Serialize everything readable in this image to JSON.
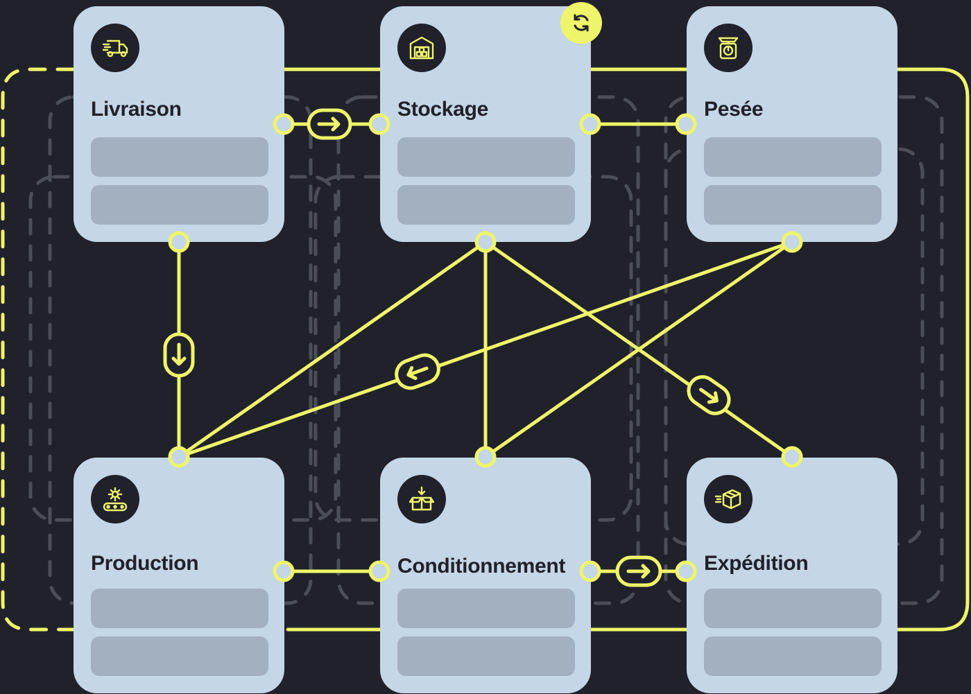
{
  "diagram": {
    "accent_color": "#eef56a",
    "background_color": "#21212b",
    "card_color": "#c5d6e6",
    "placeholder_color": "#a3b0c0",
    "nodes": [
      {
        "id": "livraison",
        "label": "Livraison",
        "icon": "delivery-truck-icon"
      },
      {
        "id": "stockage",
        "label": "Stockage",
        "icon": "warehouse-icon"
      },
      {
        "id": "pesee",
        "label": "Pesée",
        "icon": "weighing-scale-icon"
      },
      {
        "id": "production",
        "label": "Production",
        "icon": "conveyor-gear-icon"
      },
      {
        "id": "conditionnement",
        "label": "Conditionnement",
        "icon": "packaging-box-icon"
      },
      {
        "id": "expedition",
        "label": "Expédition",
        "icon": "shipping-box-icon"
      }
    ],
    "edges": [
      {
        "from": "livraison",
        "to": "stockage",
        "arrow": "right"
      },
      {
        "from": "stockage",
        "to": "pesee",
        "arrow": ""
      },
      {
        "from": "livraison",
        "to": "production",
        "arrow": "down"
      },
      {
        "from": "stockage",
        "to": "production",
        "arrow": ""
      },
      {
        "from": "stockage",
        "to": "conditionnement",
        "arrow": ""
      },
      {
        "from": "stockage",
        "to": "expedition",
        "arrow": "down-right"
      },
      {
        "from": "pesee",
        "to": "production",
        "arrow": "left"
      },
      {
        "from": "pesee",
        "to": "conditionnement",
        "arrow": ""
      },
      {
        "from": "production",
        "to": "conditionnement",
        "arrow": ""
      },
      {
        "from": "conditionnement",
        "to": "expedition",
        "arrow": "right"
      }
    ],
    "sync_icon": "refresh-icon"
  }
}
